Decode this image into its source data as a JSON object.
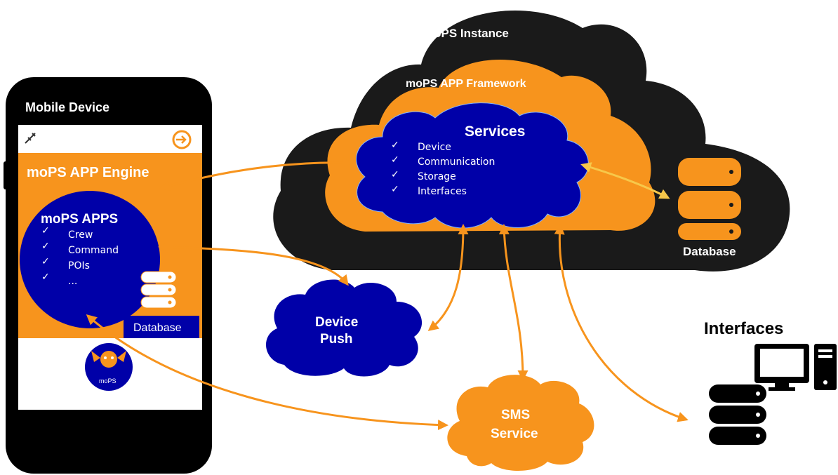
{
  "diagram": {
    "mobile": {
      "title": "Mobile Device",
      "engine_title": "moPS APP Engine",
      "apps_title": "moPS APPS",
      "apps_items": [
        "Crew",
        "Command",
        "POIs",
        "..."
      ],
      "database_label": "Database",
      "logo_text": "moPS"
    },
    "cloud": {
      "instance_title": "moPS Instance",
      "framework_title": "moPS APP Framework",
      "services_title": "Services",
      "services_items": [
        "Device",
        "Communication",
        "Storage",
        "Interfaces"
      ],
      "database_label": "Database"
    },
    "device_push": {
      "line1": "Device",
      "line2": "Push"
    },
    "sms_service": {
      "line1": "SMS",
      "line2": "Service"
    },
    "interfaces": {
      "title": "Interfaces"
    },
    "colors": {
      "orange": "#f7941d",
      "blue": "#0000a8",
      "black": "#1a1a1a"
    },
    "icons": [
      "plug-icon",
      "logout-icon",
      "database-icon",
      "monitor-icon",
      "tower-pc-icon",
      "check-icon"
    ]
  }
}
